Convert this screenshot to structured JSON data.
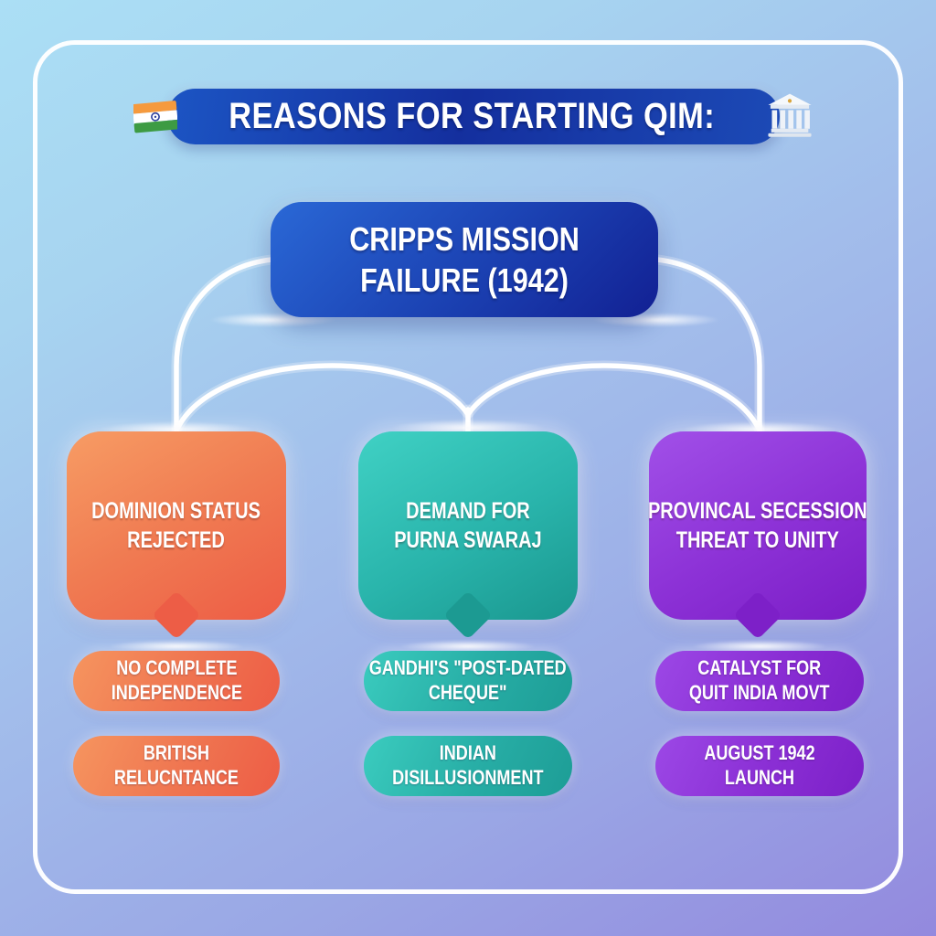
{
  "title": {
    "text": "REASONS FOR STARTING QIM:",
    "left_icon": "india-flag-icon",
    "right_icon": "classical-building-icon"
  },
  "root": {
    "line1": "CRIPPS MISSION",
    "line2": "FAILURE (1942)"
  },
  "branches": [
    {
      "name": "dominion-status-rejected",
      "color": "#ed5c45",
      "head": {
        "line1": "DOMINION STATUS",
        "line2": "REJECTED"
      },
      "pills": [
        {
          "line1": "NO COMPLETE",
          "line2": "INDEPENDENCE"
        },
        {
          "line1": "BRITISH",
          "line2": "RELUCNTANCE"
        }
      ]
    },
    {
      "name": "demand-for-purna-swaraj",
      "color": "#1d9d96",
      "head": {
        "line1": "DEMAND FOR",
        "line2": "PURNA SWARAJ"
      },
      "pills": [
        {
          "line1": "GANDHI'S \"POST-DATED",
          "line2": "CHEQUE\""
        },
        {
          "line1": "INDIAN",
          "line2": "DISILLUSIONMENT"
        }
      ]
    },
    {
      "name": "provincial-secession-threat",
      "color": "#7c20c8",
      "head": {
        "line1": "PROVINCAL SECESSION",
        "line2": "THREAT TO UNITY"
      },
      "pills": [
        {
          "line1": "CATALYST FOR",
          "line2": "QUIT INDIA MOVT"
        },
        {
          "line1": "AUGUST 1942",
          "line2": "LAUNCH"
        }
      ]
    }
  ],
  "colors": {
    "background_top": "#abdff5",
    "background_bottom": "#9389de",
    "title_bar": "#142f9e",
    "root_box": "#1b41b2",
    "frame_border": "#ffffff",
    "connector": "#ffffff"
  }
}
